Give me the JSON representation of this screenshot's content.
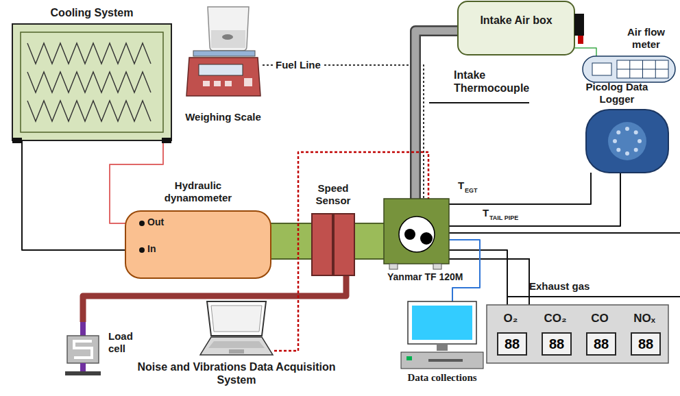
{
  "diagram": {
    "nodes": [
      {
        "text": [
          "Cooling System"
        ]
      },
      {
        "text": [
          "Weighing Scale"
        ]
      },
      {
        "text": [
          "Intake Air box"
        ]
      },
      {
        "text": [
          "Air flow meter"
        ]
      },
      {
        "text": [
          "Picolog Data Logger"
        ]
      },
      {
        "text": [
          "Hydraulic dynamometer",
          "Out",
          "In"
        ]
      },
      {
        "text": [
          "Speed Sensor"
        ]
      },
      {
        "text": [
          "Yanmar TF 120M"
        ]
      },
      {
        "text": [
          "Exhaust gas"
        ]
      },
      {
        "text": [
          "O₂",
          "88"
        ],
        "in": 8
      },
      {
        "text": [
          "CO₂",
          "88"
        ],
        "in": 8
      },
      {
        "text": [
          "CO",
          "88"
        ],
        "in": 8
      },
      {
        "text": [
          "NOₓ",
          "88"
        ],
        "in": 8
      },
      {
        "text": [
          "Load cell"
        ]
      },
      {
        "text": [
          "Noise and Vibrations Data Acquisition System"
        ]
      },
      {
        "text": [
          "Data collections"
        ]
      }
    ],
    "edges": [
      {
        "from": 0,
        "to": 5,
        "arrow": "none"
      },
      {
        "from": 0,
        "to": 5,
        "arrow": "none"
      },
      {
        "from": 1,
        "to": 7,
        "label": "Fuel Line",
        "arrow": "none"
      },
      {
        "from": 2,
        "to": 7,
        "arrow": "none"
      },
      {
        "from": 2,
        "to": 3,
        "arrow": "none"
      },
      {
        "from": 7,
        "to": 4,
        "arrow": "none"
      },
      {
        "from": 7,
        "to": 4,
        "arrow": "none"
      },
      {
        "from": 5,
        "to": 6,
        "arrow": "none"
      },
      {
        "from": 6,
        "to": 7,
        "arrow": "none"
      },
      {
        "from": 6,
        "to": 13,
        "arrow": "none"
      },
      {
        "from": 7,
        "to": 8,
        "arrow": "none"
      },
      {
        "from": 7,
        "to": 15,
        "arrow": "none"
      },
      {
        "from": 14,
        "to": 7,
        "arrow": "none"
      }
    ],
    "labels": [
      "Intake Thermocouple",
      "T",
      "EGT",
      "T",
      "TAIL PIPE"
    ]
  }
}
